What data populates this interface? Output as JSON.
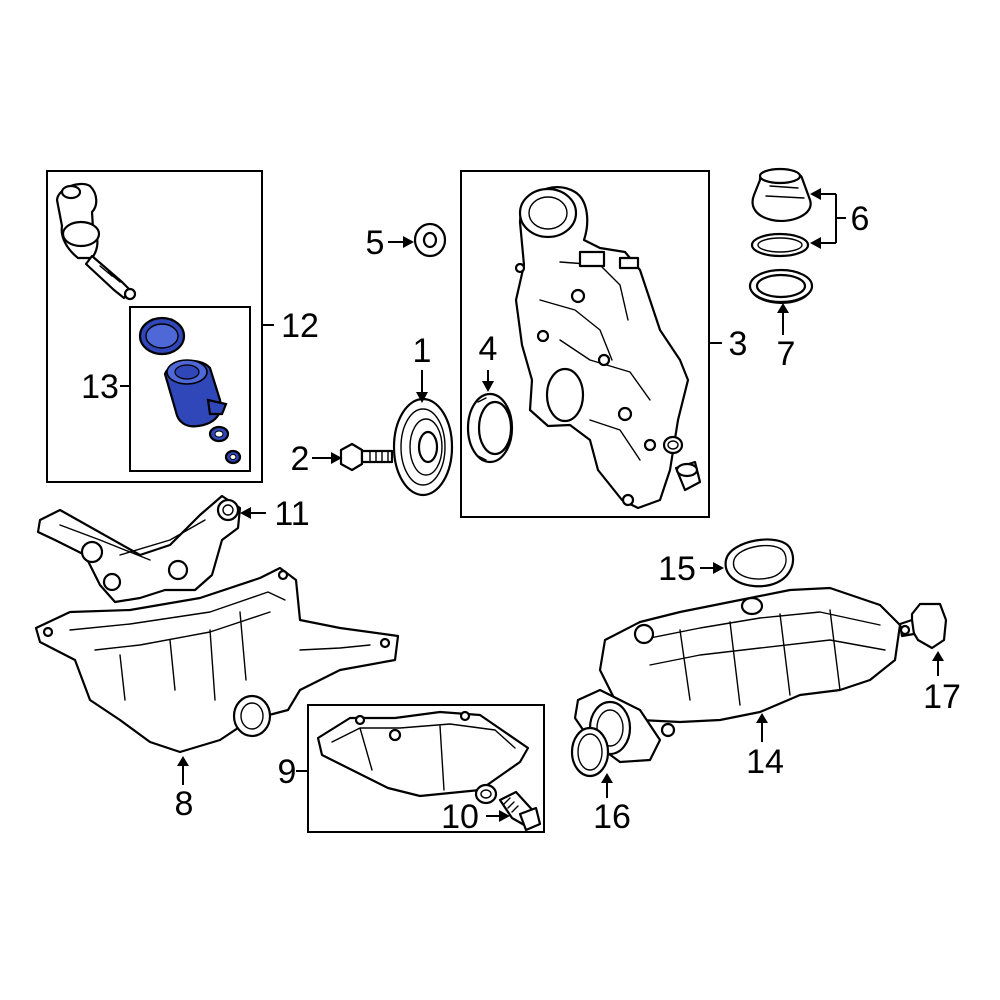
{
  "callouts": [
    {
      "id": "1",
      "text": "1"
    },
    {
      "id": "2",
      "text": "2"
    },
    {
      "id": "3",
      "text": "3"
    },
    {
      "id": "4",
      "text": "4"
    },
    {
      "id": "5",
      "text": "5"
    },
    {
      "id": "6",
      "text": "6"
    },
    {
      "id": "7",
      "text": "7"
    },
    {
      "id": "8",
      "text": "8"
    },
    {
      "id": "9",
      "text": "9"
    },
    {
      "id": "10",
      "text": "10"
    },
    {
      "id": "11",
      "text": "11"
    },
    {
      "id": "12",
      "text": "12"
    },
    {
      "id": "13",
      "text": "13"
    },
    {
      "id": "14",
      "text": "14"
    },
    {
      "id": "15",
      "text": "15"
    },
    {
      "id": "16",
      "text": "16"
    },
    {
      "id": "17",
      "text": "17"
    }
  ],
  "colors": {
    "highlight": "#2f47b8",
    "line": "#000000",
    "background": "#ffffff"
  }
}
